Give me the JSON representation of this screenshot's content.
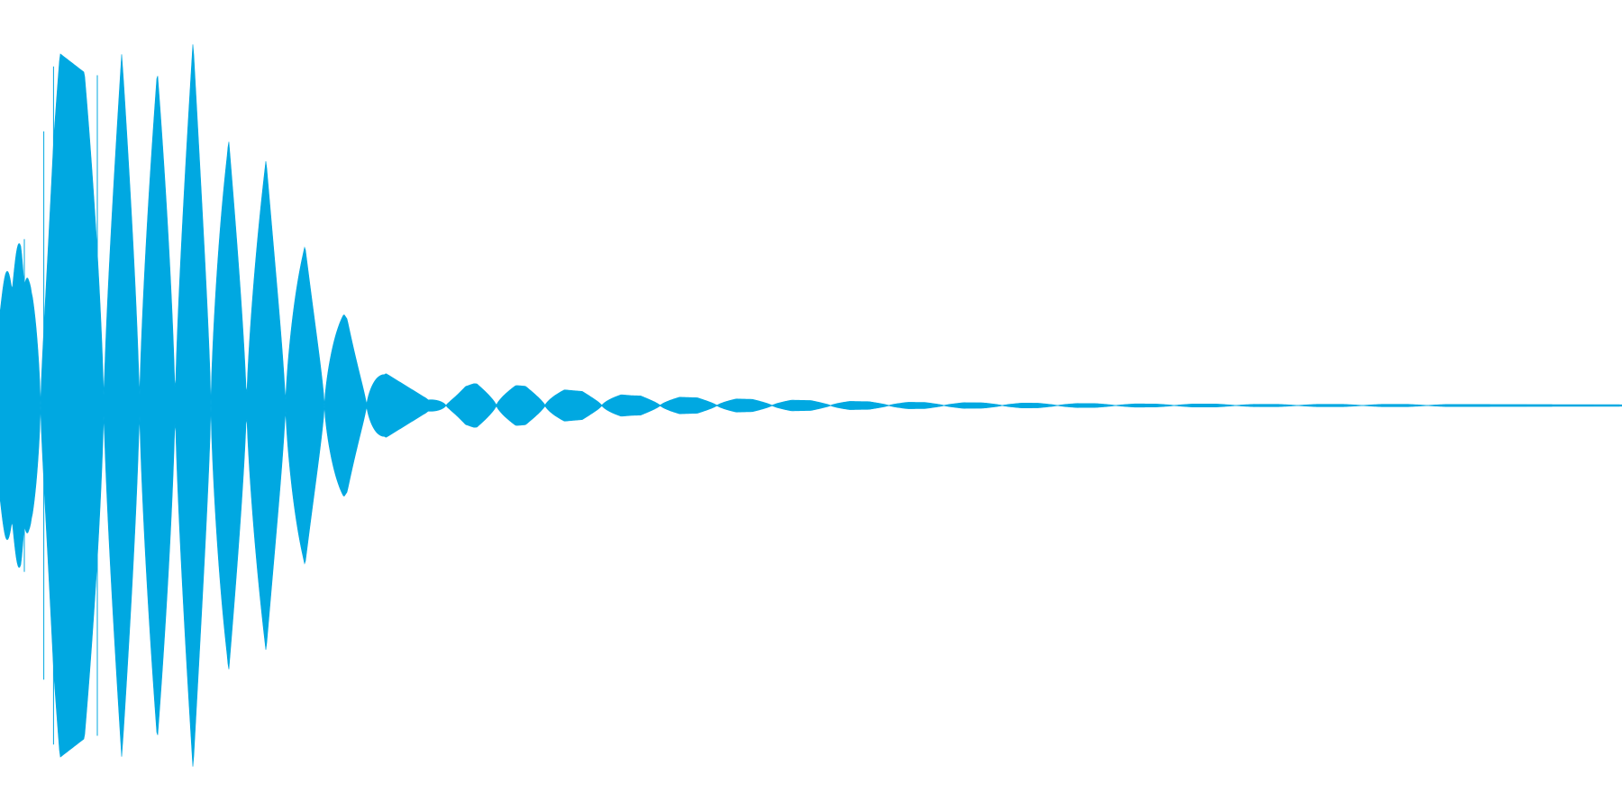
{
  "chart_data": {
    "type": "area",
    "title": "",
    "xlabel": "",
    "ylabel": "",
    "grid": false,
    "legend": "none",
    "color": "#00a8e1",
    "xlim": [
      0,
      1
    ],
    "ylim": [
      -1,
      1
    ],
    "envelope_peaks": [
      {
        "x": 0.0,
        "amp": 0.3
      },
      {
        "x": 0.018,
        "amp": 0.47
      },
      {
        "x": 0.033,
        "amp": 0.9
      },
      {
        "x": 0.052,
        "amp": 0.84
      },
      {
        "x": 0.076,
        "amp": 0.95
      },
      {
        "x": 0.097,
        "amp": 0.9
      },
      {
        "x": 0.119,
        "amp": 0.98
      },
      {
        "x": 0.14,
        "amp": 0.72
      },
      {
        "x": 0.164,
        "amp": 0.62
      },
      {
        "x": 0.187,
        "amp": 0.41
      },
      {
        "x": 0.212,
        "amp": 0.23
      },
      {
        "x": 0.237,
        "amp": 0.083
      },
      {
        "x": 0.264,
        "amp": 0.015
      },
      {
        "x": 0.292,
        "amp": 0.055
      },
      {
        "x": 0.32,
        "amp": 0.05
      },
      {
        "x": 0.352,
        "amp": 0.038
      },
      {
        "x": 0.389,
        "amp": 0.025
      },
      {
        "x": 0.426,
        "amp": 0.02
      },
      {
        "x": 0.459,
        "amp": 0.016
      },
      {
        "x": 0.494,
        "amp": 0.013
      },
      {
        "x": 0.53,
        "amp": 0.01
      },
      {
        "x": 0.564,
        "amp": 0.008
      },
      {
        "x": 0.6,
        "amp": 0.007
      },
      {
        "x": 0.636,
        "amp": 0.006
      },
      {
        "x": 0.67,
        "amp": 0.005
      },
      {
        "x": 0.706,
        "amp": 0.004
      },
      {
        "x": 0.742,
        "amp": 0.004
      },
      {
        "x": 0.78,
        "amp": 0.003
      },
      {
        "x": 0.82,
        "amp": 0.003
      },
      {
        "x": 0.86,
        "amp": 0.003
      },
      {
        "x": 1.0,
        "amp": 0.002
      }
    ],
    "nodes": [
      0.025,
      0.064,
      0.086,
      0.108,
      0.13,
      0.152,
      0.176,
      0.2,
      0.226,
      0.275,
      0.306,
      0.336,
      0.371,
      0.407,
      0.442,
      0.476,
      0.512,
      0.548,
      0.582,
      0.618,
      0.652,
      0.688,
      0.724,
      0.762,
      0.8,
      0.84,
      0.88
    ]
  }
}
